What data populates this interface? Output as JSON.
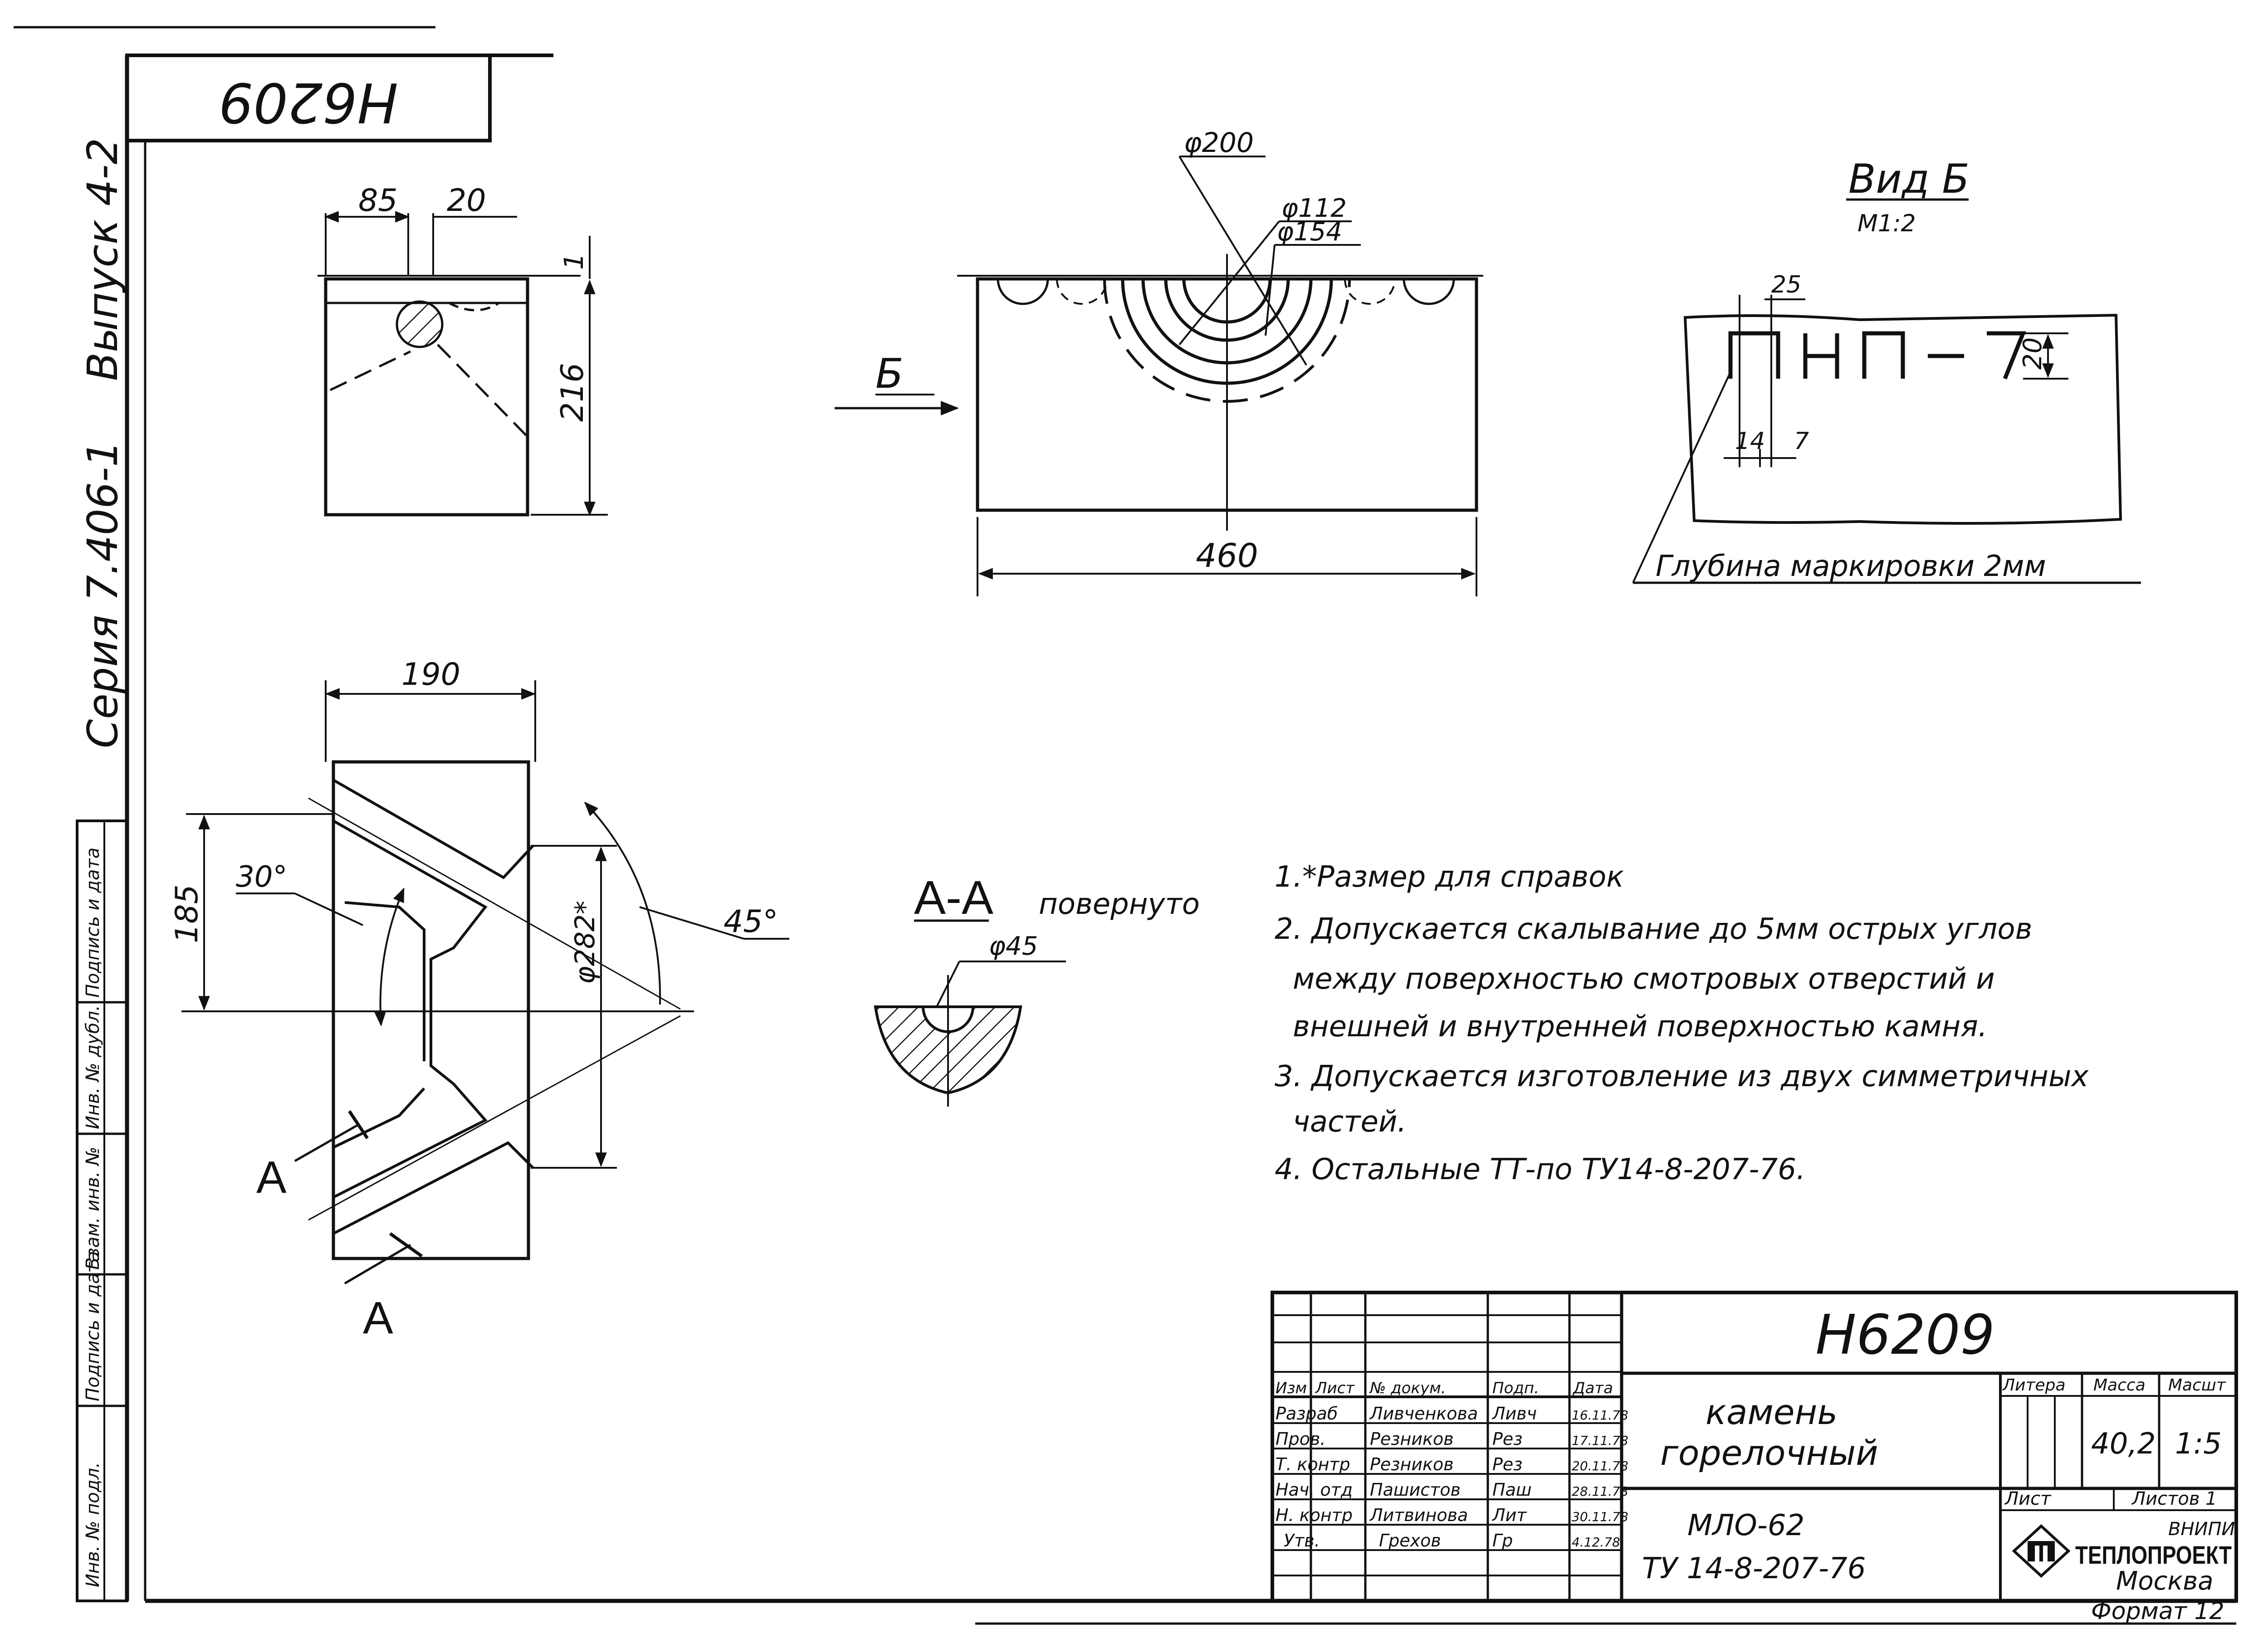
{
  "sheet": {
    "stamp_code": "Н6209",
    "side_series": "Серия 7.406-1",
    "side_issue": "Выпуск 4-2",
    "side_fields": [
      "Инв. № подл.",
      "Подпись и дата",
      "Взам. инв. №",
      "Инв. № дубл.",
      "Подпись и дата"
    ]
  },
  "top_view": {
    "dim_85": "85",
    "dim_20": "20",
    "dim_1": "1",
    "dim_216": "216"
  },
  "front_view": {
    "dia_200": "φ200",
    "dia_112": "φ112",
    "dia_154": "φ154",
    "view_arrow_label": "Б",
    "dim_460": "460"
  },
  "view_b": {
    "title": "Вид Б",
    "scale": "М1:2",
    "marking": "ПНП-7",
    "dim_25": "25",
    "dim_20": "20",
    "dim_14": "14",
    "dim_7": "7",
    "depth_note": "Глубина маркировки 2мм"
  },
  "side_view": {
    "dim_190": "190",
    "dim_185": "185",
    "angle_30": "30°",
    "dia_282": "φ282*",
    "angle_45": "45°",
    "cut_label_upper": "А",
    "cut_label_lower": "А"
  },
  "section_aa": {
    "title": "А-А",
    "subtitle": "повернуто",
    "dia_45": "φ45"
  },
  "notes": [
    "1.*Размер для справок",
    "2. Допускается скалывание до 5мм острых углов",
    "между поверхностью смотровых отверстий и",
    "внешней и внутренней поверхностью камня.",
    "3. Допускается изготовление из двух симметричных",
    "частей.",
    "4. Остальные ТТ-по ТУ14-8-207-76."
  ],
  "title_block": {
    "doc_code": "Н6209",
    "part_name_line1": "камень",
    "part_name_line2": "горелочный",
    "material_line1": "МЛО-62",
    "material_line2": "ТУ 14-8-207-76",
    "col_headers": [
      "Изм",
      "Лист",
      "№ докум.",
      "Подп.",
      "Дата"
    ],
    "rows": [
      {
        "role": "Разраб",
        "name": "Ливченкова",
        "sign": "Ливч",
        "date": "16.11.78"
      },
      {
        "role": "Пров.",
        "name": "Резников",
        "sign": "Рез",
        "date": "17.11.78"
      },
      {
        "role": "Т. контр",
        "name": "Резников",
        "sign": "Рез",
        "date": "20.11.78"
      },
      {
        "role": "Нач. отд",
        "name": "Пашистов",
        "sign": "Паш",
        "date": "28.11.78"
      },
      {
        "role": "Н. контр",
        "name": "Литвинова",
        "sign": "Лит",
        "date": "30.11.78"
      },
      {
        "role": "Утв.",
        "name": "Грехов",
        "sign": "Гр",
        "date": "4.12.78"
      }
    ],
    "litera_label": "Литера",
    "mass_label": "Масса",
    "scale_label": "Масшт",
    "mass_value": "40,2",
    "scale_value": "1:5",
    "sheet_label": "Лист",
    "sheets_label": "Листов 1",
    "org_line1": "ВНИПИ",
    "org_line2": "ТЕПЛОПРОЕКТ",
    "org_city": "Москва",
    "format": "Формат 12"
  }
}
